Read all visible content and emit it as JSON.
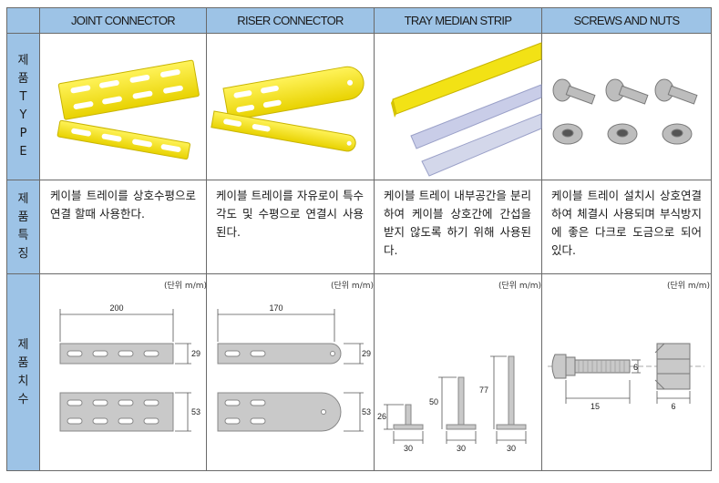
{
  "headers": [
    "JOINT CONNECTOR",
    "RISER CONNECTOR",
    "TRAY MEDIAN STRIP",
    "SCREWS AND NUTS"
  ],
  "row_labels": {
    "type": [
      "제",
      "품",
      "T",
      "Y",
      "P",
      "E"
    ],
    "features": [
      "제",
      "품",
      "특",
      "징"
    ],
    "dimensions": [
      "제",
      "품",
      "치",
      "수"
    ]
  },
  "features": [
    "케이블 트레이를 상호수평으로 연결 할때 사용한다.",
    "케이블 트레이를 자유로이 특수 각도 및 수평으로 연결시 사용된다.",
    "케이블 트레이 내부공간을 분리하여 케이블 상호간에 간섭을 받지 않도록 하기 위해 사용된다.",
    "케이블 트레이 설치시 상호연결하여 체결시 사용되며 부식방지에 좋은 다크로 도금으로 되어 있다."
  ],
  "unit_label": "(단위 m/m)",
  "dims": {
    "joint": {
      "length": "200",
      "h1": "29",
      "h2": "53"
    },
    "riser": {
      "length": "170",
      "h1": "29",
      "h2": "53"
    },
    "strip": {
      "h1": "26",
      "h2": "50",
      "h3": "77",
      "w": "30"
    },
    "screw": {
      "d": "6",
      "l": "15",
      "nut": "6"
    }
  },
  "colors": {
    "header": "#9dc3e6",
    "yellow": "#f2e215",
    "part_gray": "#c9c9c9"
  }
}
